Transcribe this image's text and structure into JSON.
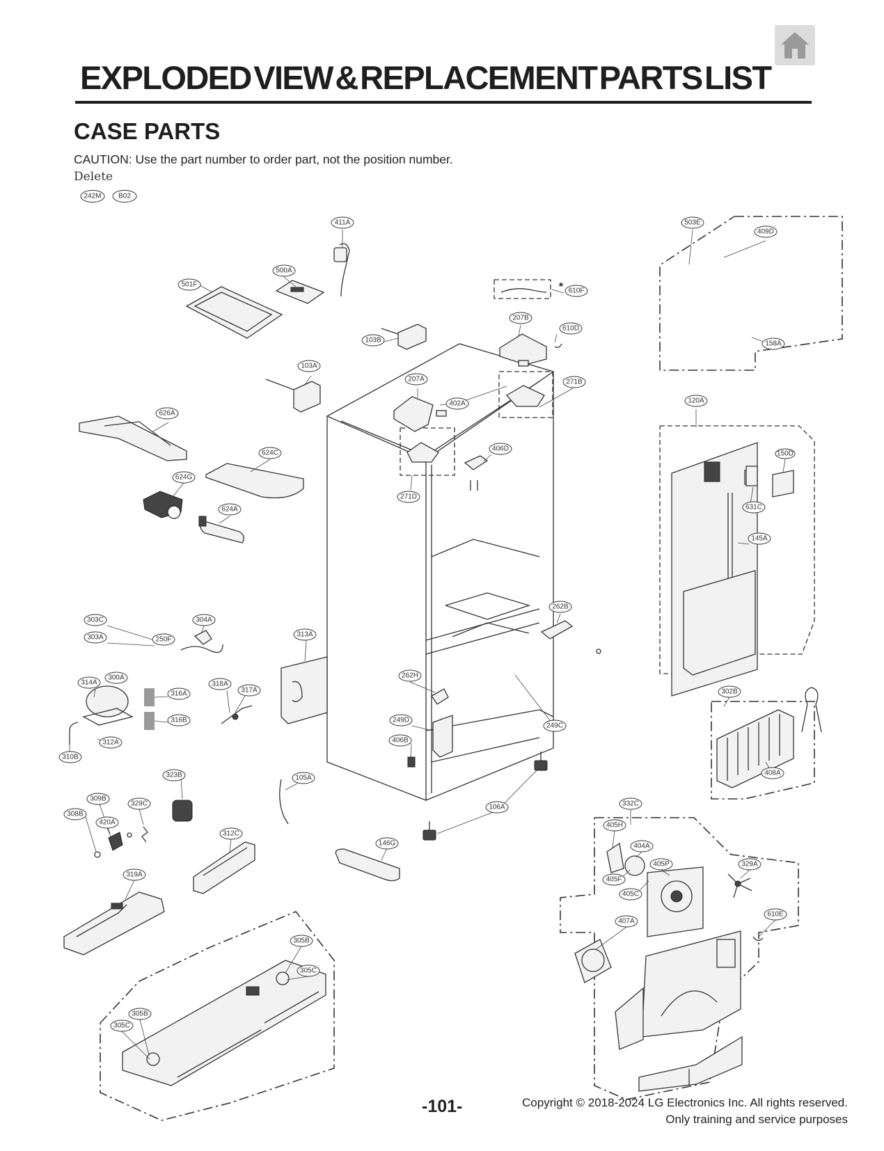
{
  "header": {
    "title": "EXPLODED VIEW & REPLACEMENT PARTS LIST",
    "home_icon": "home-icon"
  },
  "section": {
    "title": "CASE PARTS",
    "caution": "CAUTION: Use the part number to order part, not the position number.",
    "delete_label": "Delete",
    "delete_items": [
      "242M",
      "B02"
    ]
  },
  "labels": {
    "p411A": "411A",
    "p503E": "503E",
    "p409D": "409D",
    "p500A": "500A",
    "p501F": "501F",
    "p610F": "610F",
    "p207B": "207B",
    "p610D": "610D",
    "p103B": "103B",
    "p158A": "158A",
    "p103A": "103A",
    "p207A": "207A",
    "p271B": "271B",
    "p402A": "402A",
    "p120A": "120A",
    "p626A": "626A",
    "p624C": "624C",
    "p406D": "406D",
    "p150D": "150D",
    "p624G": "624G",
    "p271D": "271D",
    "p631C": "631C",
    "p624A": "624A",
    "p145A": "145A",
    "p262B": "262B",
    "p303C": "303C",
    "p304A": "304A",
    "p303A": "303A",
    "p250F": "250F",
    "p313A": "313A",
    "p300A": "300A",
    "p314A": "314A",
    "p318A": "318A",
    "p316A": "316A",
    "p317A": "317A",
    "p262H": "262H",
    "p302B": "302B",
    "p316B": "316B",
    "p249D": "249D",
    "p249C": "249C",
    "p312A": "312A",
    "p406B": "406B",
    "p310B": "310B",
    "p408A": "408A",
    "p323B": "323B",
    "p105A": "105A",
    "p309B": "309B",
    "p329C": "329C",
    "p332C": "332C",
    "p308B": "308B",
    "p420A": "420A",
    "p106A": "106A",
    "p405H": "405H",
    "p312C": "312C",
    "p146G": "146G",
    "p404A": "404A",
    "p405P": "405P",
    "p329A": "329A",
    "p319A": "319A",
    "p405F": "405F",
    "p405C": "405C",
    "p407A": "407A",
    "p610E": "610E",
    "p305B": "305B",
    "p305C": "305C",
    "p305B2": "305B",
    "p305C2": "305C",
    "star": "*"
  },
  "footer": {
    "page_number": "-101-",
    "copyright": "Copyright © 2018-2024 LG Electronics Inc. All rights reserved.",
    "note": "Only training and service purposes"
  }
}
